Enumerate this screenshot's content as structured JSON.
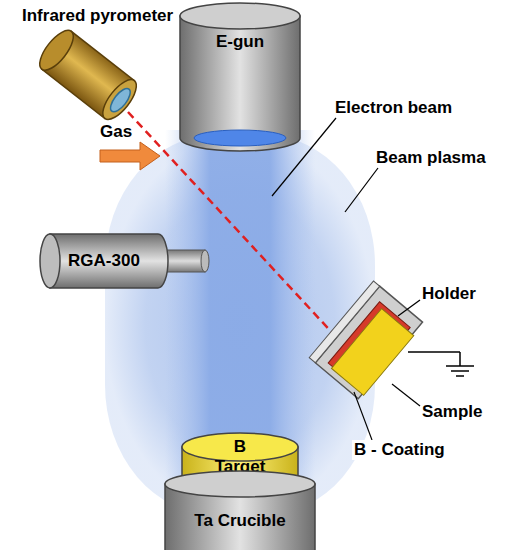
{
  "diagram": {
    "nodes": [
      {
        "text": [
          "E-gun"
        ]
      },
      {
        "text": [
          "RGA-300"
        ]
      },
      {
        "text": [
          "B Target"
        ]
      },
      {
        "text": [
          "Ta Crucible"
        ]
      }
    ],
    "labels": [
      "Infrared pyrometer",
      "Electron beam",
      "Beam plasma",
      "Gas",
      "Holder",
      "Sample",
      "B - Coating"
    ]
  }
}
